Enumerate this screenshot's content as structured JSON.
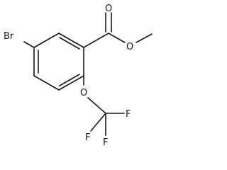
{
  "molecule": {
    "atoms": {
      "br": "Br",
      "o_carbonyl": "O",
      "o_ester": "O",
      "o_ether": "O",
      "f_top": "F",
      "f_left": "F",
      "f_right": "F"
    }
  }
}
